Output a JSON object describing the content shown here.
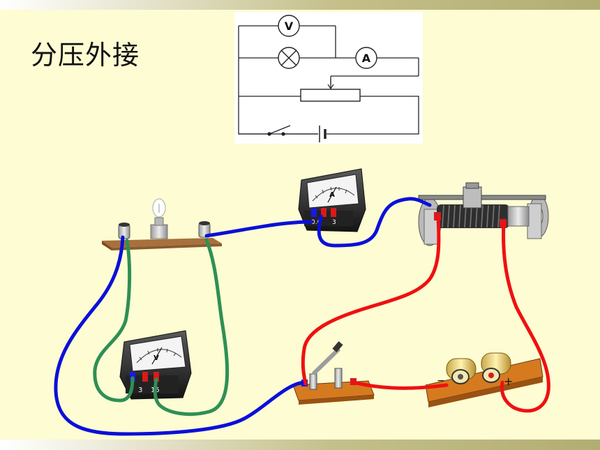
{
  "slide": {
    "title": "分压外接"
  },
  "schematic": {
    "voltmeter_label": "V",
    "ammeter_label": "A"
  },
  "apparatus": {
    "ammeter_face_label": "A",
    "ammeter_terminals": [
      "0.6",
      "3"
    ],
    "voltmeter_face_label": "V",
    "voltmeter_terminals": [
      "3",
      "15"
    ],
    "battery_minus": "−",
    "battery_plus": "+"
  },
  "colors": {
    "background": "#fdfcd3",
    "wire_blue": "#0a10d8",
    "wire_green": "#2f8f55",
    "wire_red": "#ee1111",
    "board": "#a8703c"
  }
}
